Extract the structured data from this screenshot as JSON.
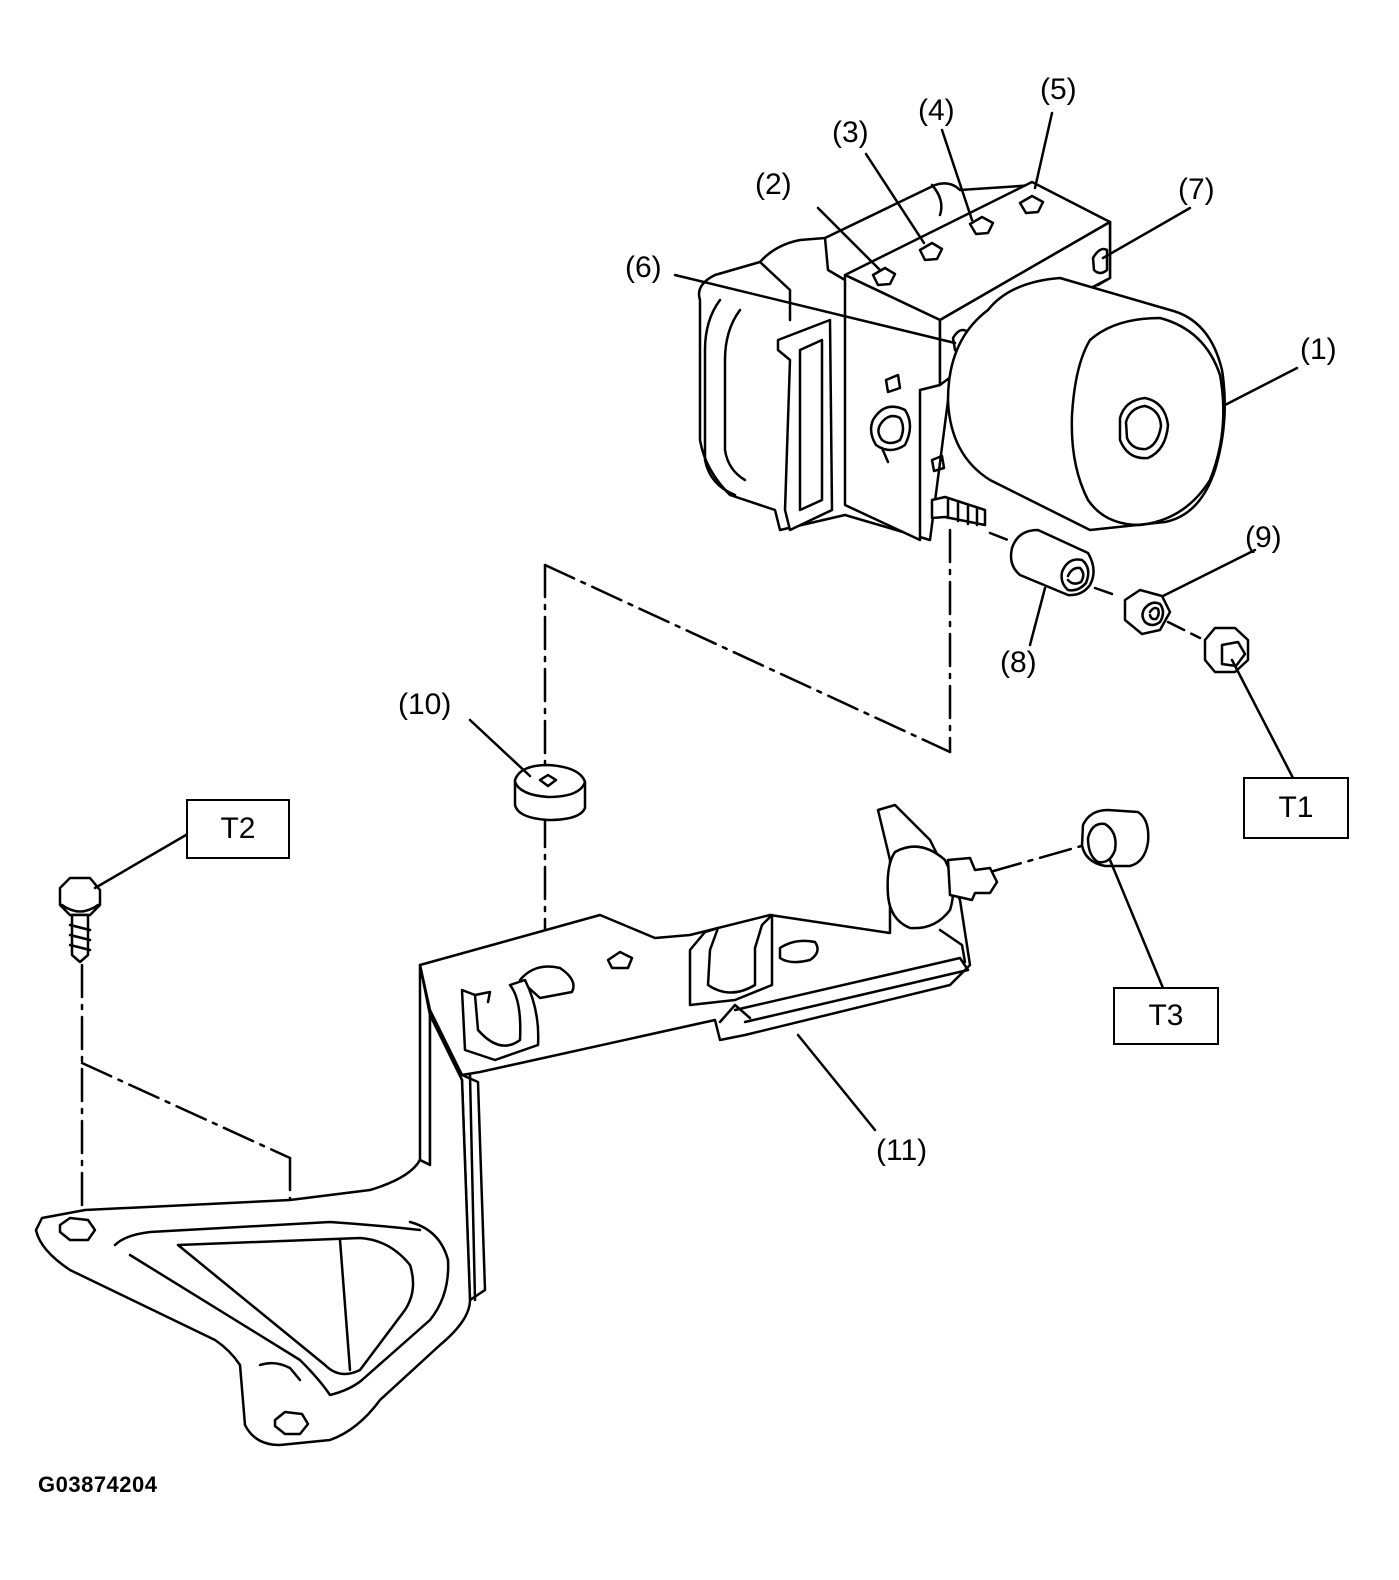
{
  "callouts": {
    "c1": "(1)",
    "c2": "(2)",
    "c3": "(3)",
    "c4": "(4)",
    "c5": "(5)",
    "c6": "(6)",
    "c7": "(7)",
    "c8": "(8)",
    "c9": "(9)",
    "c10": "(10)",
    "c11": "(11)"
  },
  "torque_labels": {
    "t1": "T1",
    "t2": "T2",
    "t3": "T3"
  },
  "figure_id": "G03874204"
}
